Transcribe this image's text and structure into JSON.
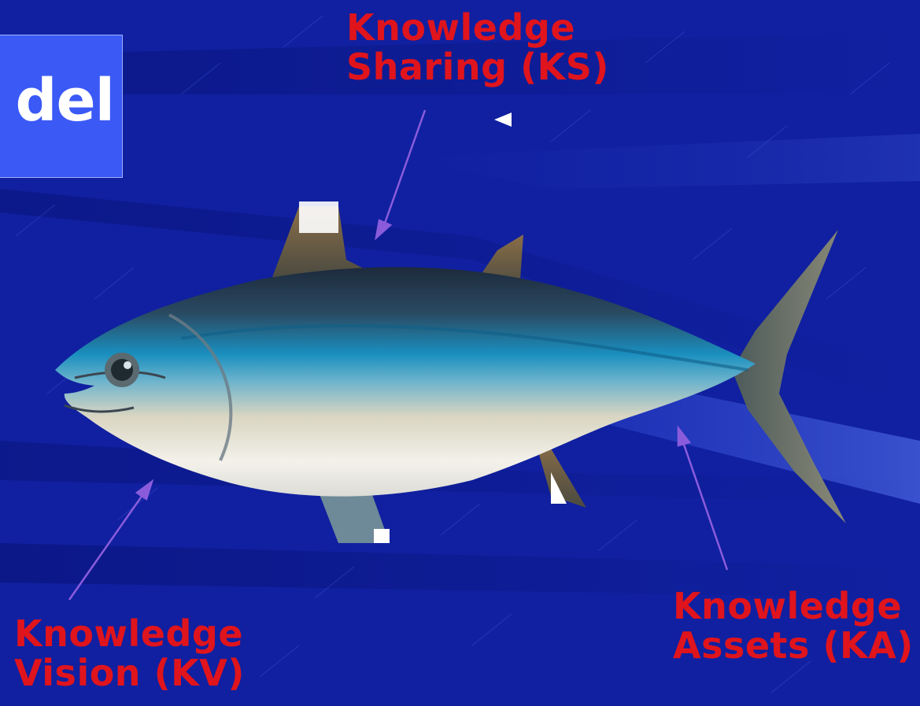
{
  "slide": {
    "title": "del",
    "background_color": "#0f1a96",
    "title_box_color": "#3a59f5"
  },
  "labels": {
    "sharing": {
      "line1": "Knowledge",
      "line2": "Sharing (KS)"
    },
    "vision": {
      "line1": "Knowledge",
      "line2": "Vision (KV)"
    },
    "assets": {
      "line1": "Knowledge",
      "line2": "Assets (KA)"
    },
    "color": "#e0141c"
  },
  "arrow_color": "#8a5cdc",
  "image": {
    "subject": "tuna-fish"
  }
}
